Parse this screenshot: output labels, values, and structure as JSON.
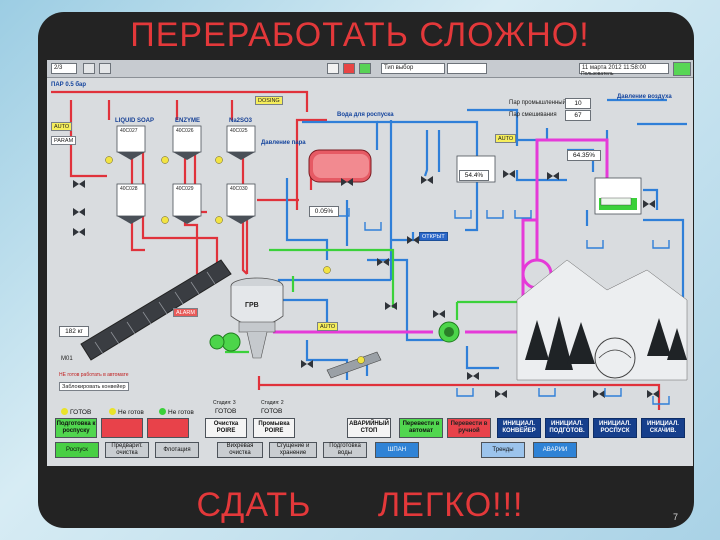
{
  "headline_top": "ПЕРЕРАБОТАТЬ СЛОЖНО!",
  "headline_bottom_1": "СДАТЬ",
  "headline_bottom_2": "ЛЕГКО!!!",
  "slide_number": "7",
  "topbar": {
    "field1": "2/3",
    "field2": "Тип выбор",
    "field3": "",
    "datetime": "11 марта 2012 11:58:00",
    "user": "Пользователь"
  },
  "labels": {
    "steam": "ПАР 0.5 бар",
    "liquid_soap": "LIQUID SOAP",
    "enzyme": "ENZYME",
    "na2so3": "Na2SO3",
    "water_dissolve": "Вода для роспуска",
    "steam_pressure": "Давление пара",
    "air_pressure": "Давление воздуха",
    "prom_label": "Пар промышленный",
    "press_label": "Пар смешивания",
    "pv1": "10",
    "pv2": "67",
    "grv": "ГРВ",
    "pct1": "64.35%",
    "pct2": "54.4%",
    "pct3": "0.05%",
    "weight": "182 кг",
    "gear_label": "M01",
    "reverse": "Заблокировать конвейер",
    "ne_rabotaet": "НЕ готов работать в автомате"
  },
  "tanks": [
    "40C027",
    "40C026",
    "40C025",
    "40C028",
    "40C029",
    "40C030"
  ],
  "status": {
    "ready": "ГОТОВ",
    "not_ready": "Не готов",
    "ne_gotov2": "Не готов",
    "stage3": "Стадия: 3",
    "stage2": "Стадия: 2",
    "gotov1": "ГОТОВ",
    "gotov2": "ГОТОВ"
  },
  "buttons": {
    "prep_dissolve": "Подготовка к роспуску",
    "b2": "",
    "b3": "",
    "clean_poire": "Очистка POIRE",
    "wash_poire": "Промывка POIRE",
    "emergency_stop": "АВАРИЙНЫЙ СТОП",
    "to_auto": "Перевести в автомат",
    "to_manual": "Перевести в ручной",
    "init_conveyor": "ИНИЦИАЛ. КОНВЕЙЕР",
    "init_prep": "ИНИЦИАЛ. ПОДГОТОВ.",
    "init_dissolve": "ИНИЦИАЛ. РОСПУСК",
    "init_drain": "ИНИЦИАЛ. СКАЧИВ."
  },
  "nav": [
    {
      "label": "Роспуск",
      "style": "green"
    },
    {
      "label": "Предварит. очистка",
      "style": "gray"
    },
    {
      "label": "Флотация",
      "style": "gray"
    },
    {
      "label": "Вихревая очистка",
      "style": "gray"
    },
    {
      "label": "Сгущение и хранение",
      "style": "gray"
    },
    {
      "label": "Подготовка воды",
      "style": "gray"
    },
    {
      "label": "ШПАН",
      "style": "blue"
    },
    {
      "label": "Тренды",
      "style": "lblue"
    },
    {
      "label": "АВАРИИ",
      "style": "blue"
    }
  ],
  "colors": {
    "accent_red": "#e3383a",
    "pipe_blue": "#2f7fd8",
    "pipe_red": "#e0323b",
    "pipe_magenta": "#e53ad8",
    "pipe_green": "#3bd13a"
  }
}
